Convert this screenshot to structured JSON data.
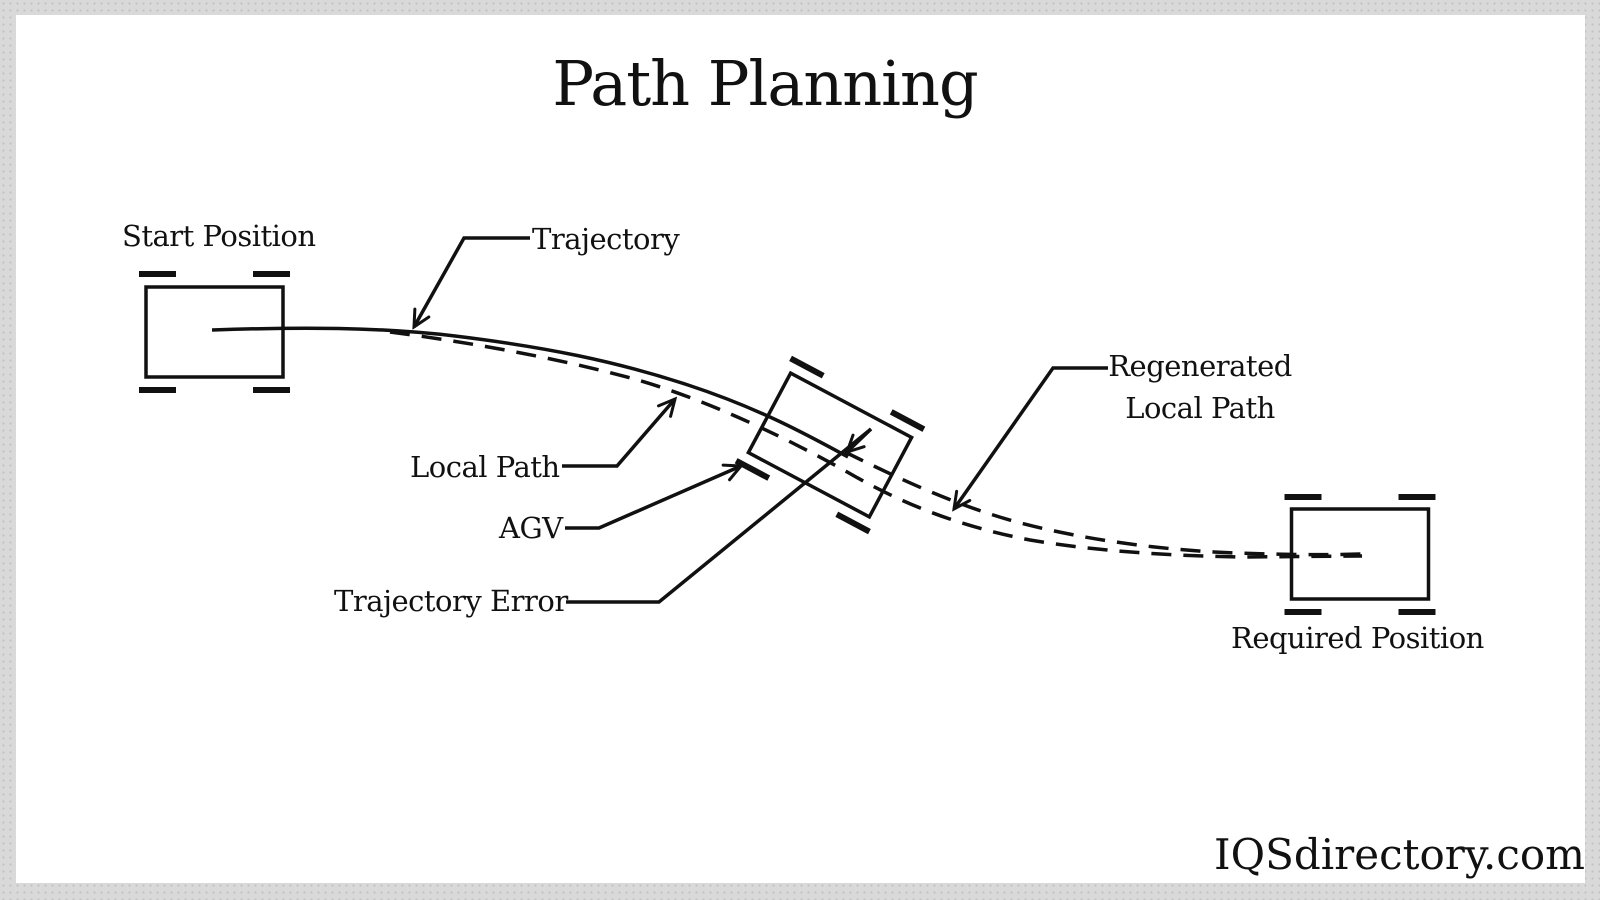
{
  "title": "Path Planning",
  "watermark": "IQSdirectory.com",
  "colors": {
    "line": "#111111",
    "canvas_background": "#ffffff",
    "page_border": "#d9d9d9"
  },
  "labels": {
    "start_position": "Start Position",
    "trajectory": "Trajectory",
    "local_path": "Local Path",
    "agv": "AGV",
    "trajectory_error": "Trajectory Error",
    "regenerated_line1": "Regenerated",
    "regenerated_line2": "Local Path",
    "required_position": "Required Position"
  },
  "diagram": {
    "kind": "AGV path-planning schematic",
    "curves": [
      {
        "name": "trajectory",
        "style": "solid",
        "from": "start position vehicle",
        "to": "AGV center"
      },
      {
        "name": "local-path",
        "style": "dashed",
        "from": "trajectory start",
        "to": "required position vehicle"
      },
      {
        "name": "regenerated-local-path",
        "style": "dashed",
        "from": "AGV center",
        "to": "required position vehicle"
      }
    ],
    "vehicles": [
      {
        "name": "start-vehicle",
        "rotation_deg": 0
      },
      {
        "name": "agv-vehicle",
        "rotation_deg": 28
      },
      {
        "name": "required-vehicle",
        "rotation_deg": 0
      }
    ]
  }
}
